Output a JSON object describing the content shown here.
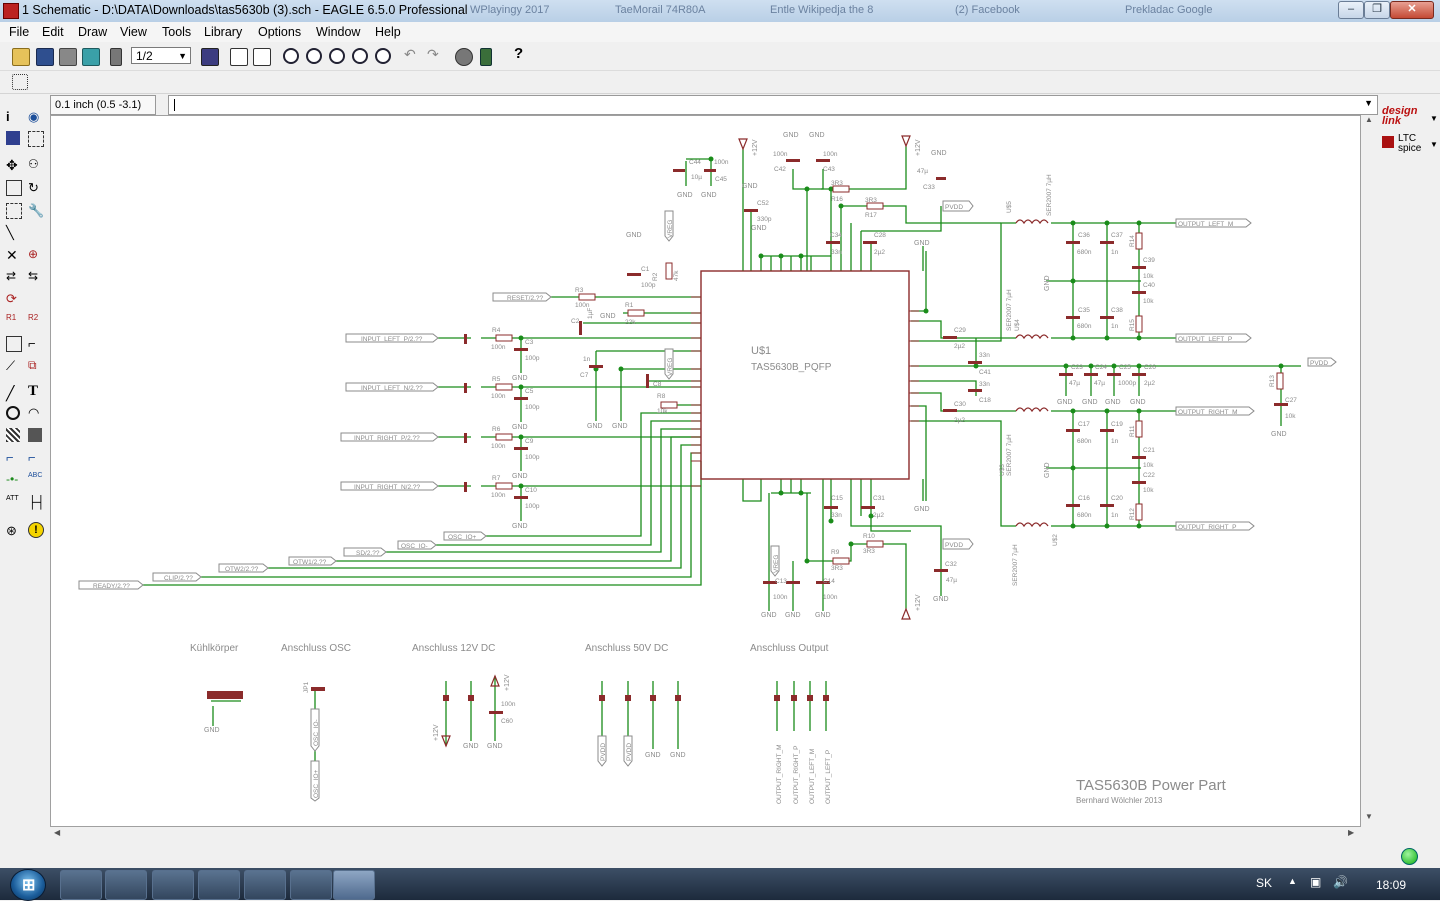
{
  "window": {
    "title": "1 Schematic - D:\\DATA\\Downloads\\tas5630b (3).sch - EAGLE 6.5.0 Professional",
    "background_tabs": [
      "WPlayingy 2017",
      "TaeMorail 74R80A",
      "Entle Wikipedja the 8",
      "(2) Facebook",
      "Prekladac Google"
    ]
  },
  "menu": [
    "File",
    "Edit",
    "Draw",
    "View",
    "Tools",
    "Library",
    "Options",
    "Window",
    "Help"
  ],
  "toolbar": {
    "zoom_value": "1/2"
  },
  "command": {
    "grid_coord": "0.1 inch (0.5 -3.1)"
  },
  "rightpanel": {
    "designlink": "design link",
    "ltc": "LTC spice"
  },
  "schematic": {
    "ic_ref": "U$1",
    "ic_part": "TAS5630B_PQFP",
    "inputs": [
      "RESET/2.??",
      "INPUT_LEFT_P/2.??",
      "INPUT_LEFT_N/2.??",
      "INPUT_RIGHT_P/2.??",
      "INPUT_RIGHT_N/2.??"
    ],
    "control_labels": [
      "OSC_IO+",
      "OSC_IO-",
      "SD/2.??",
      "OTW1/2.??",
      "OTW2/2.??",
      "CLIP/2.??",
      "READY/2.??"
    ],
    "outputs": [
      "OUTPUT_LEFT_M",
      "OUTPUT_LEFT_P",
      "OUTPUT_RIGHT_M",
      "OUTPUT_RIGHT_P"
    ],
    "pvdd": "PVDD",
    "vreg": "VREG",
    "gnd": "GND",
    "v12": "+12V",
    "section_labels": [
      "Kühlkörper",
      "Anschluss OSC",
      "Anschluss 12V DC",
      "Anschluss 50V DC",
      "Anschluss Output"
    ],
    "title_block": "TAS5630B Power Part",
    "author": "Bernhard Wölchler 2013",
    "components": [
      "C44",
      "C45",
      "C42",
      "C43",
      "C33",
      "C52",
      "C34",
      "C28",
      "C1",
      "R2",
      "R3",
      "R1",
      "C2",
      "R4",
      "R5",
      "R6",
      "R7",
      "C3",
      "C5",
      "C9",
      "C10",
      "C7",
      "C8",
      "R8",
      "C15",
      "C31",
      "R10",
      "R9",
      "C13",
      "C14",
      "C32",
      "C29",
      "C41",
      "C18",
      "C30",
      "C36",
      "C37",
      "C35",
      "C38",
      "C39",
      "C40",
      "R14",
      "R15",
      "C23",
      "C24",
      "C25",
      "C26",
      "C27",
      "R13",
      "C17",
      "C19",
      "C16",
      "C20",
      "C21",
      "C22",
      "R11",
      "R12",
      "U$2",
      "U$3",
      "U$4",
      "U$5",
      "R16",
      "R17",
      "C60",
      "JP1"
    ],
    "values": [
      "100n",
      "10µ",
      "100p",
      "47k",
      "22k",
      "1µF",
      "680n",
      "1n",
      "3R3",
      "2µ2",
      "33n",
      "1000p",
      "47µ",
      "10k",
      "330p",
      "SER2007 7µH"
    ]
  },
  "taskbar": {
    "lang": "SK",
    "clock": "18:09"
  }
}
